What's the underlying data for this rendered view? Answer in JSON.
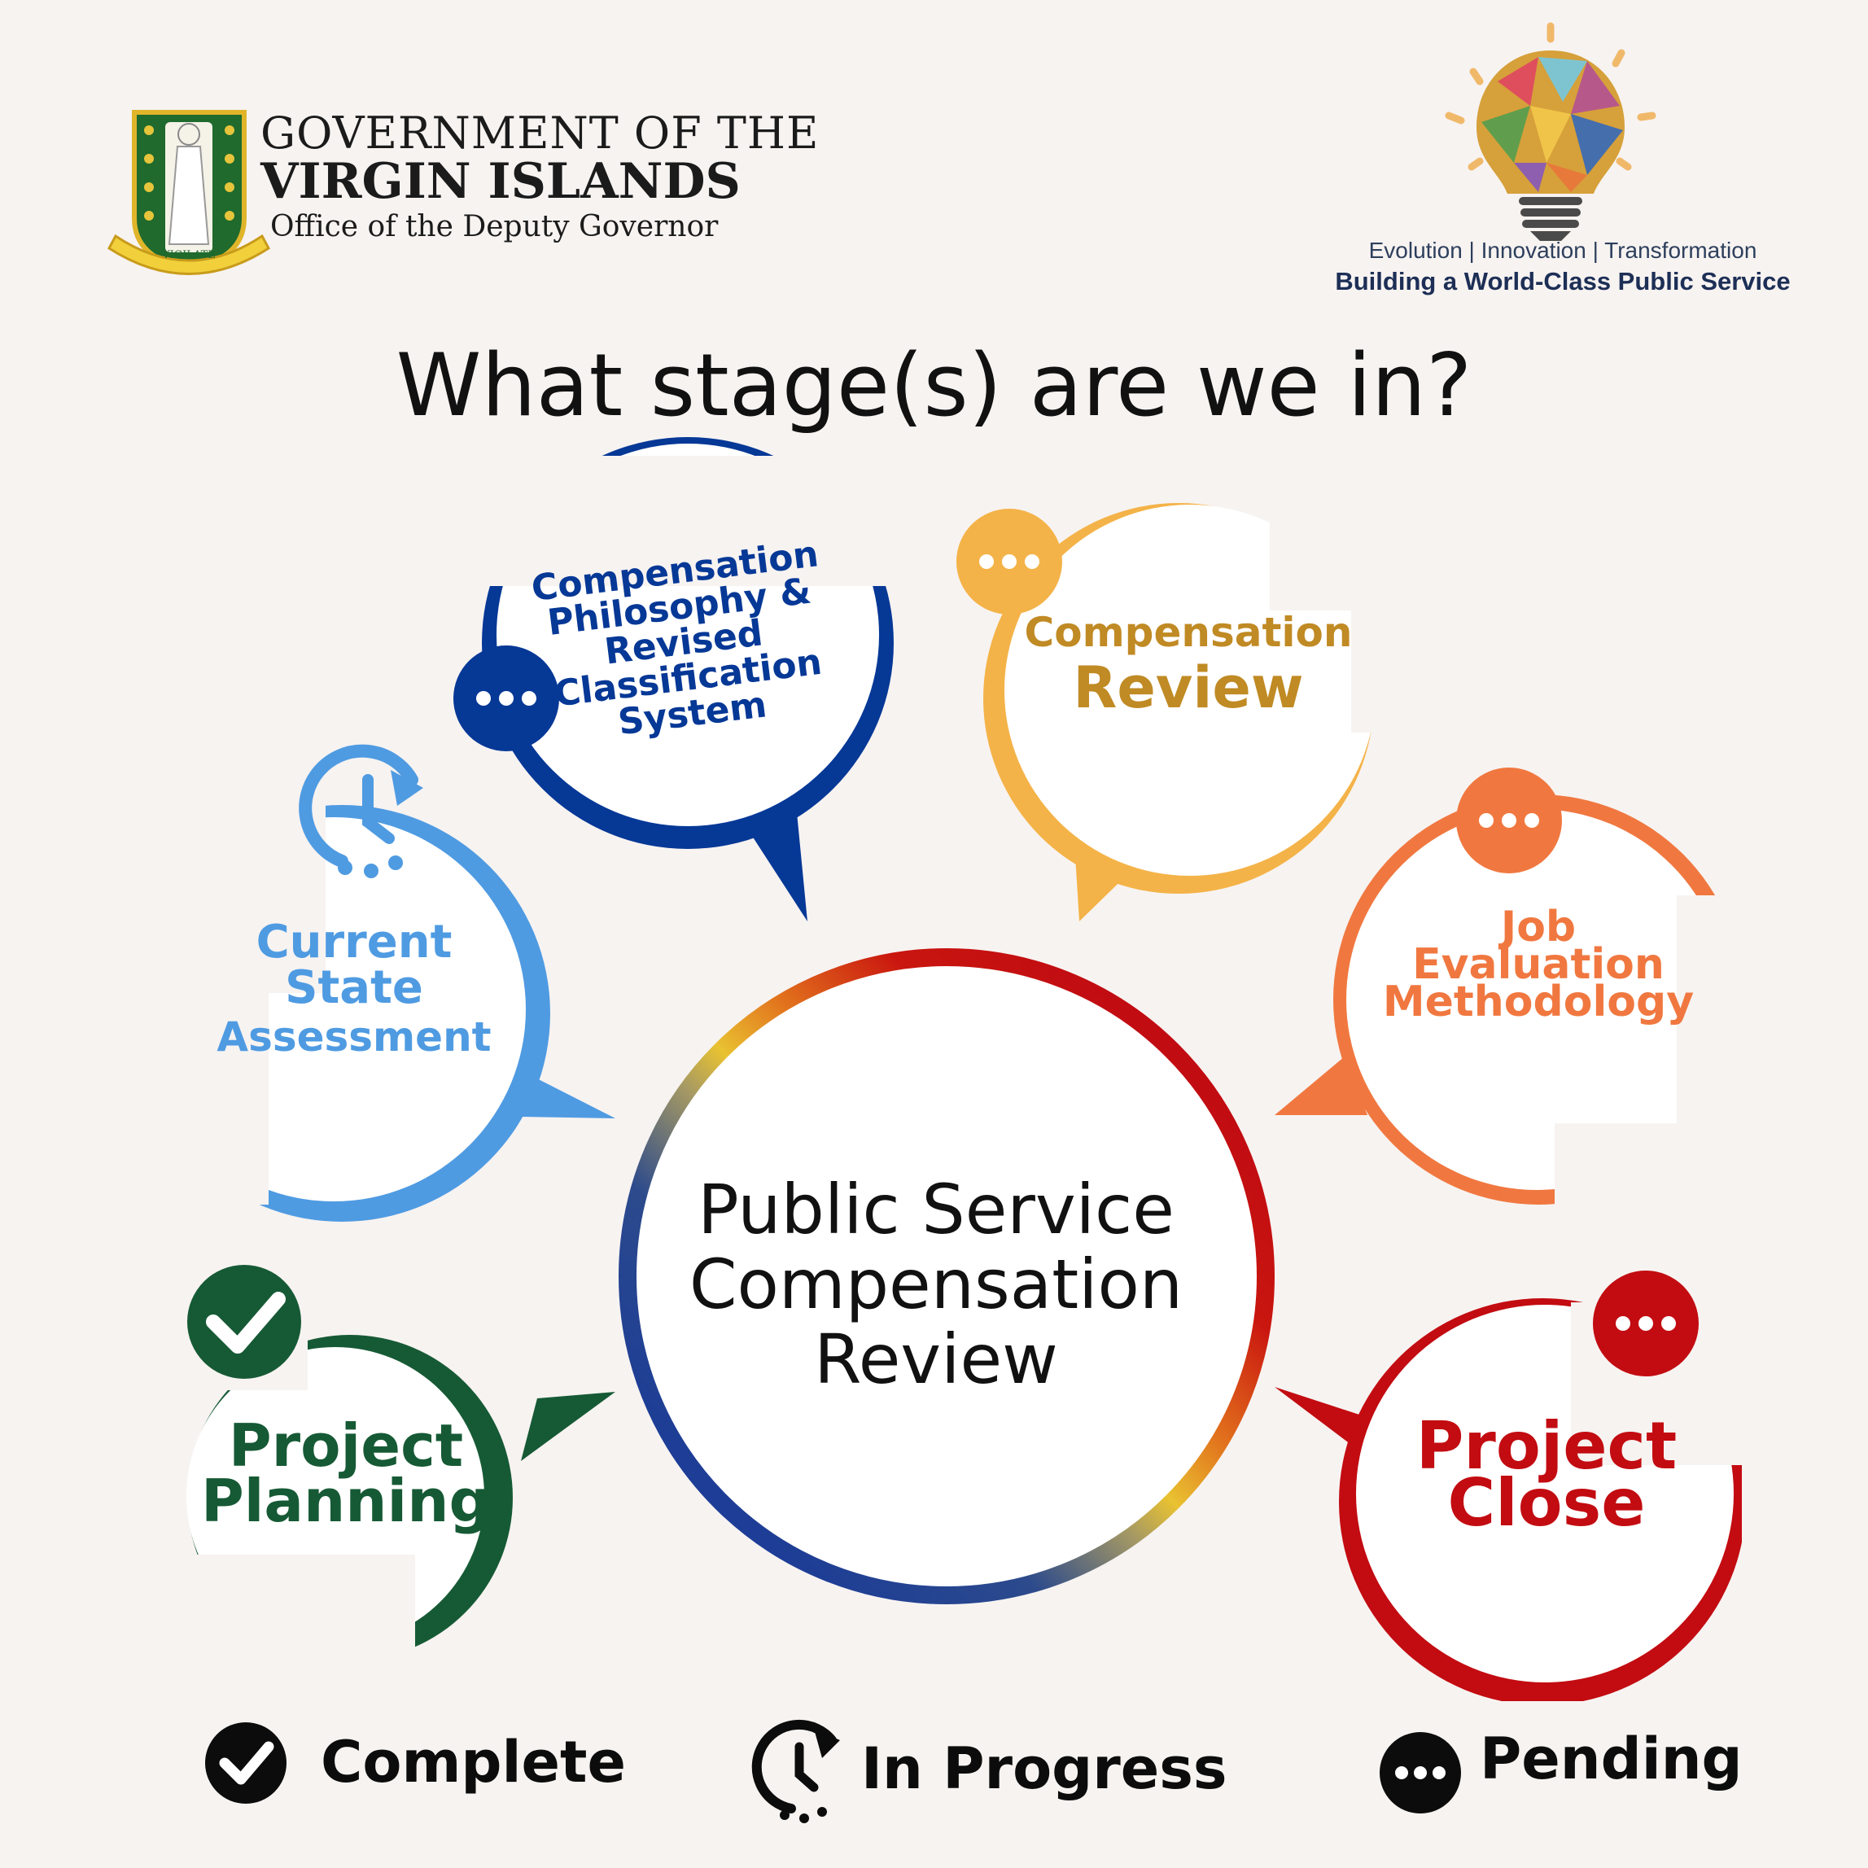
{
  "header": {
    "gov_line1": "GOVERNMENT OF THE",
    "gov_line2": "VIRGIN ISLANDS",
    "gov_line3": "Office of the Deputy Governor",
    "crest_motto": "VIGILATE",
    "tagline1": "Evolution | Innovation | Transformation",
    "tagline2": "Building a World-Class Public Service"
  },
  "headline": "What stage(s) are we in?",
  "center": {
    "line1": "Public Service",
    "line2": "Compensation",
    "line3": "Review"
  },
  "stages": [
    {
      "lines": [
        "Project",
        "Planning"
      ],
      "status": "complete",
      "color": "#165a35"
    },
    {
      "lines": [
        "Current",
        "State",
        "Assessment"
      ],
      "status": "in-progress",
      "color": "#4f9be2"
    },
    {
      "lines": [
        "Compensation",
        "Philosophy &",
        "Revised",
        "Classification",
        "System"
      ],
      "status": "pending",
      "color": "#063896"
    },
    {
      "lines": [
        "Compensation",
        "Review"
      ],
      "status": "pending",
      "color": "#f4b348",
      "text_color": "#c08a24"
    },
    {
      "lines": [
        "Job",
        "Evaluation",
        "Methodology"
      ],
      "status": "pending",
      "color": "#f07840"
    },
    {
      "lines": [
        "Project",
        "Close"
      ],
      "status": "pending",
      "color": "#c20c11"
    }
  ],
  "legend": {
    "complete": "Complete",
    "in_progress": "In Progress",
    "pending": "Pending"
  }
}
